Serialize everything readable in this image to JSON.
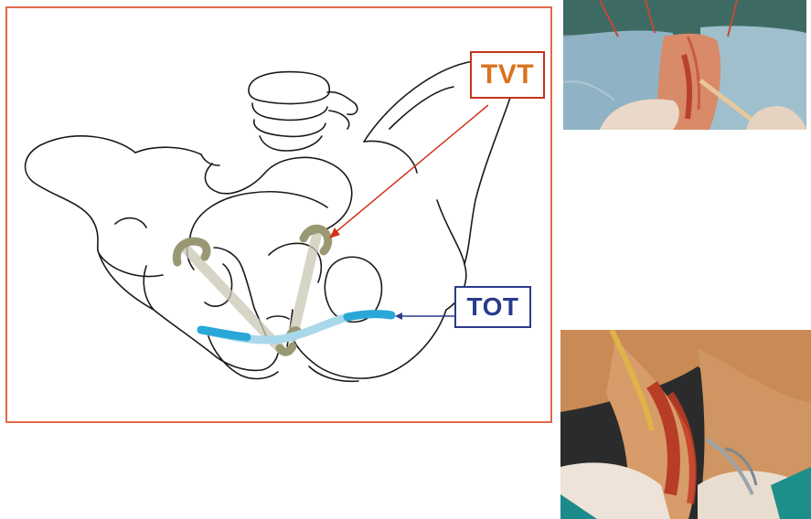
{
  "labels": {
    "tvt": "TVT",
    "tot": "TOT"
  },
  "colors": {
    "frame_border": "#e0694a",
    "tvt_border": "#c3341d",
    "tvt_text": "#d9731e",
    "tvt_arrow": "#d2321c",
    "tot_border": "#2b3a8a",
    "tot_text": "#2b3a8a",
    "tot_arrow": "#2b3a8a",
    "tot_sling": "#29a8d8",
    "tvt_sling": "#9a9873"
  },
  "images": {
    "top_photo": "surgical-photo-tvt",
    "bottom_photo": "surgical-photo-tot"
  }
}
